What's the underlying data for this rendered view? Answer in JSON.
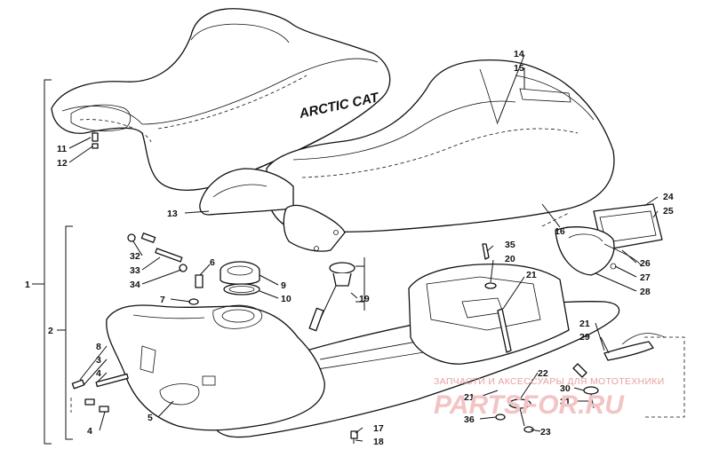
{
  "diagram": {
    "brand_text": "ARCTIC CAT",
    "watermark": {
      "line1": "ЗАПЧАСТИ И АКСЕССУАРЫ ДЛЯ МОТОТЕХНИКИ",
      "line2": "PARTSFOR.RU"
    },
    "callouts": {
      "c1": "1",
      "c2": "2",
      "c3": "3",
      "c4a": "4",
      "c4b": "4",
      "c5": "5",
      "c6": "6",
      "c7": "7",
      "c8": "8",
      "c9": "9",
      "c10": "10",
      "c11": "11",
      "c12": "12",
      "c13": "13",
      "c14": "14",
      "c15": "15",
      "c16": "16",
      "c17": "17",
      "c18": "18",
      "c19": "19",
      "c20": "20",
      "c21a": "21",
      "c21b": "21",
      "c21c": "21",
      "c22": "22",
      "c23": "23",
      "c24": "24",
      "c25": "25",
      "c26": "26",
      "c27": "27",
      "c28": "28",
      "c29": "29",
      "c30": "30",
      "c31": "31",
      "c32": "32",
      "c33": "33",
      "c34": "34",
      "c35": "35",
      "c36": "36"
    }
  }
}
